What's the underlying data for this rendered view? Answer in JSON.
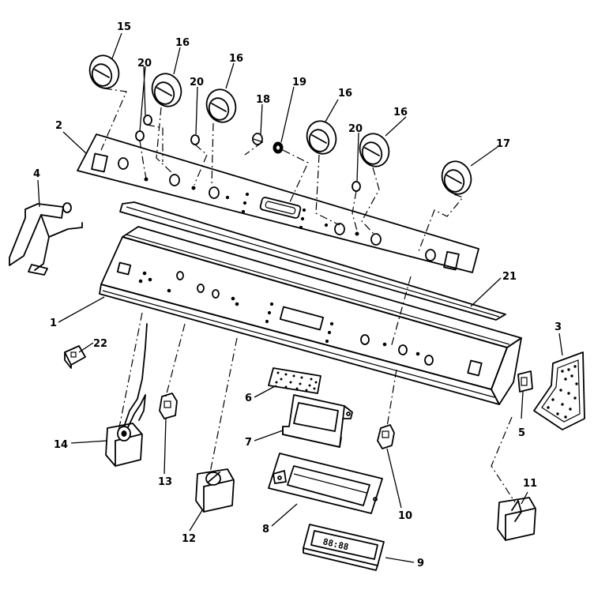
{
  "callouts": [
    "1",
    "2",
    "3",
    "4",
    "5",
    "6",
    "7",
    "8",
    "9",
    "10",
    "11",
    "12",
    "13",
    "14",
    "15",
    "16",
    "17",
    "18",
    "19",
    "20",
    "21",
    "22"
  ],
  "clock_display": "88:88"
}
